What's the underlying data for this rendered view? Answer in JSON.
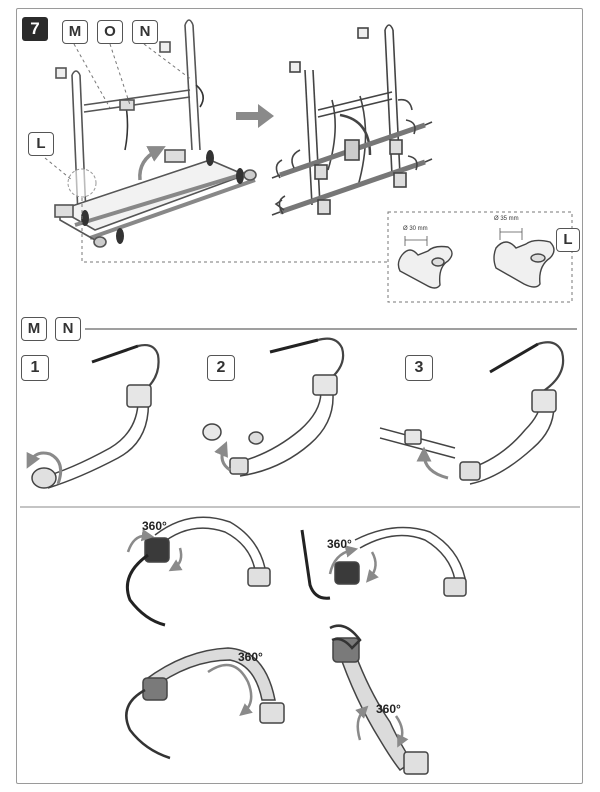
{
  "step_number": "7",
  "header_labels": [
    "M",
    "O",
    "N"
  ],
  "label_L": "L",
  "section_labels": [
    "M",
    "N"
  ],
  "substeps": [
    "1",
    "2",
    "3"
  ],
  "clamp_sizes": {
    "small": "Ø 30 mm",
    "large": "Ø 35 mm"
  },
  "rotation_label": "360°",
  "colors": {
    "arrow_gray": "#8a8a8a",
    "dark": "#2b2b2b",
    "line": "#555555",
    "light_fill": "#e6e6e6"
  }
}
